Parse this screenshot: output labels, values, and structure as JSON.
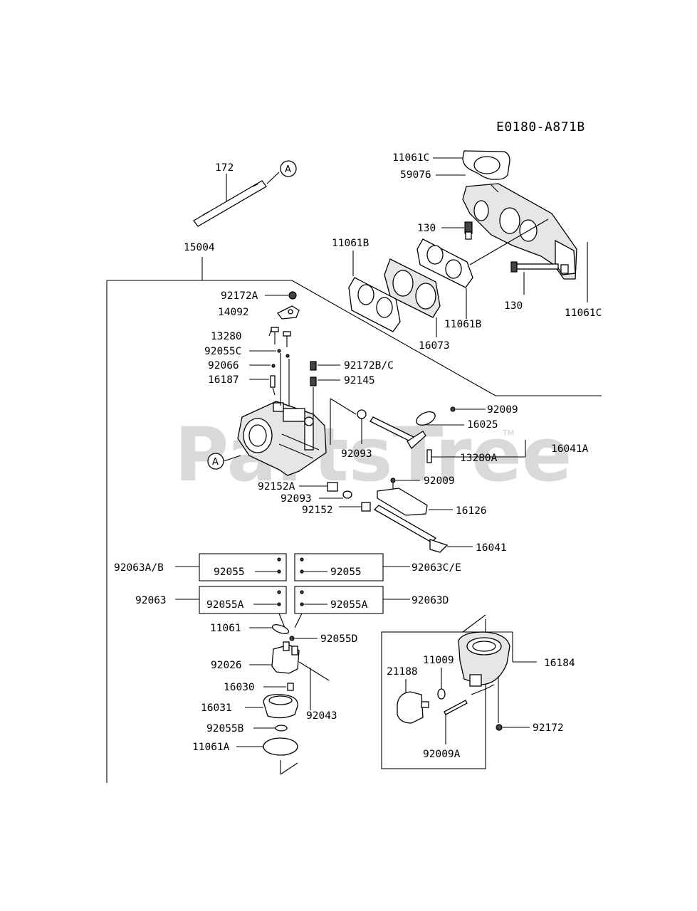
{
  "diagram_code": "E0180-A871B",
  "watermark": "PartsTree",
  "trademark": "TM",
  "callout_ref": "A",
  "labels": {
    "p172": "172",
    "p11061C_top": "11061C",
    "p59076": "59076",
    "p130_left": "130",
    "p11061B_left": "11061B",
    "p11061B_right": "11061B",
    "p16073": "16073",
    "p130_right": "130",
    "p11061C_right": "11061C",
    "p15004": "15004",
    "p92172A": "92172A",
    "p14092": "14092",
    "p13280": "13280",
    "p92055C": "92055C",
    "p92066": "92066",
    "p16187": "16187",
    "p92172BC": "92172B/C",
    "p92145": "92145",
    "p92009_a": "92009",
    "p16025": "16025",
    "p92093_a": "92093",
    "p13280A": "13280A",
    "p16041A": "16041A",
    "p92152A": "92152A",
    "p92093_b": "92093",
    "p92152": "92152",
    "p92009_b": "92009",
    "p16126": "16126",
    "p16041": "16041",
    "p92063AB": "92063A/B",
    "p92055_l": "92055",
    "p92055_r": "92055",
    "p92063CE": "92063C/E",
    "p92063": "92063",
    "p92055A_l": "92055A",
    "p92055A_r": "92055A",
    "p92063D": "92063D",
    "p11061": "11061",
    "p92055D": "92055D",
    "p92026": "92026",
    "p16030": "16030",
    "p16031": "16031",
    "p92043": "92043",
    "p92055B": "92055B",
    "p11061A": "11061A",
    "p11009": "11009",
    "p21188": "21188",
    "p16184": "16184",
    "p92172": "92172",
    "p92009A": "92009A"
  }
}
